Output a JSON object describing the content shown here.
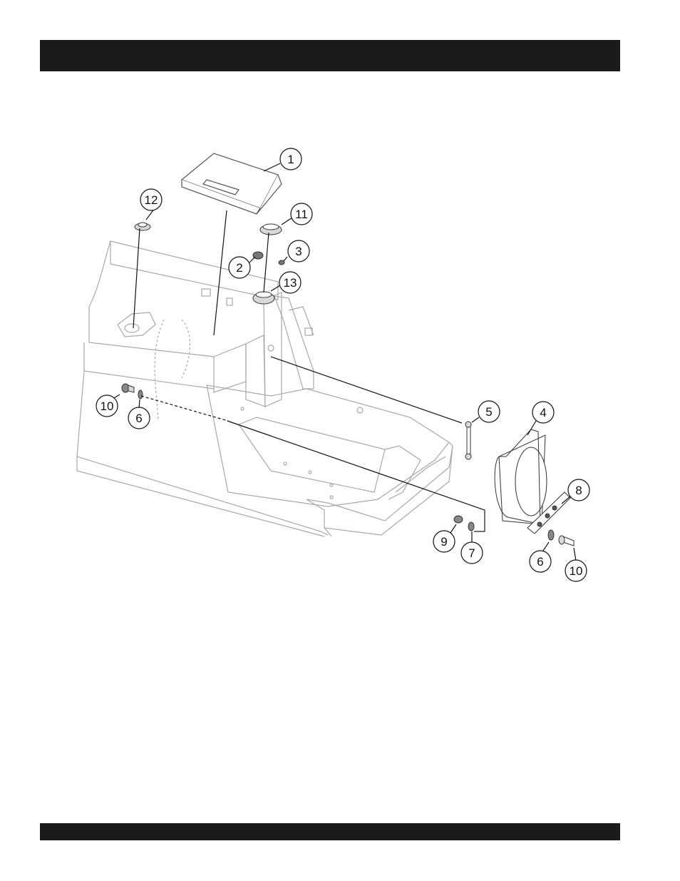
{
  "header": {
    "title": ""
  },
  "footer": {
    "text": ""
  },
  "diagram": {
    "colors": {
      "part_outline": "#9a9a9a",
      "leader": "#111111",
      "bar": "#1a1a1a"
    },
    "callouts": [
      {
        "id": "c1",
        "label": "1"
      },
      {
        "id": "c12",
        "label": "12"
      },
      {
        "id": "c11",
        "label": "11"
      },
      {
        "id": "c2",
        "label": "2"
      },
      {
        "id": "c3",
        "label": "3"
      },
      {
        "id": "c13",
        "label": "13"
      },
      {
        "id": "c5",
        "label": "5"
      },
      {
        "id": "c4",
        "label": "4"
      },
      {
        "id": "c8",
        "label": "8"
      },
      {
        "id": "c10a",
        "label": "10"
      },
      {
        "id": "c6a",
        "label": "6"
      },
      {
        "id": "c9",
        "label": "9"
      },
      {
        "id": "c7",
        "label": "7"
      },
      {
        "id": "c6b",
        "label": "6"
      },
      {
        "id": "c10b",
        "label": "10"
      }
    ]
  }
}
